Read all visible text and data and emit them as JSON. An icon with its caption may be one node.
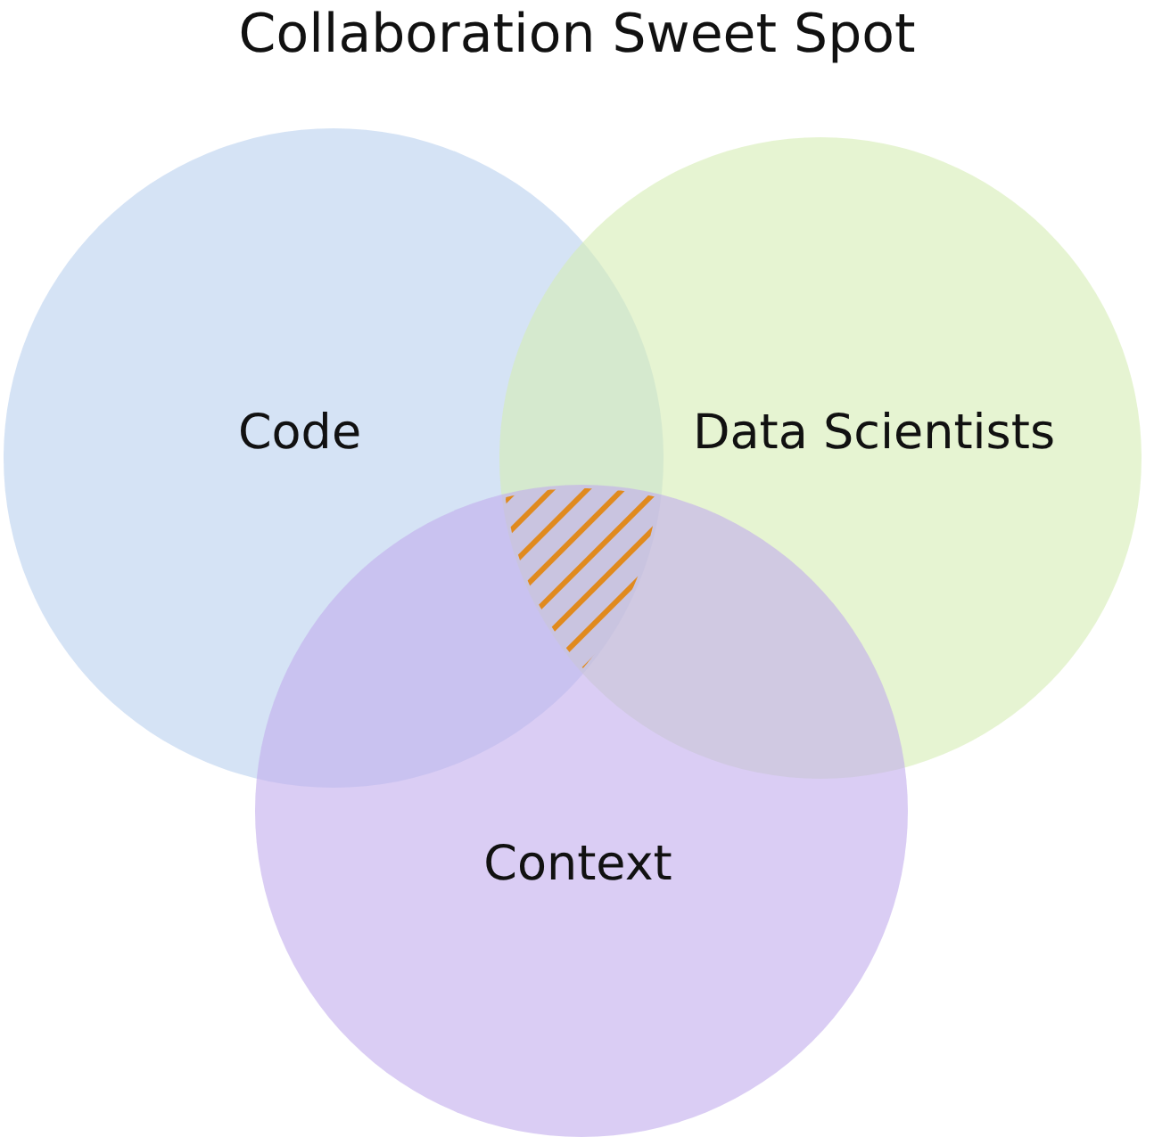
{
  "diagram": {
    "title": "Collaboration Sweet Spot",
    "nodes": [
      {
        "text": [
          "Code"
        ]
      },
      {
        "text": [
          "Data Scientists"
        ]
      },
      {
        "text": [
          "Context"
        ]
      },
      {
        "text": [],
        "shape": "hatched"
      }
    ]
  }
}
